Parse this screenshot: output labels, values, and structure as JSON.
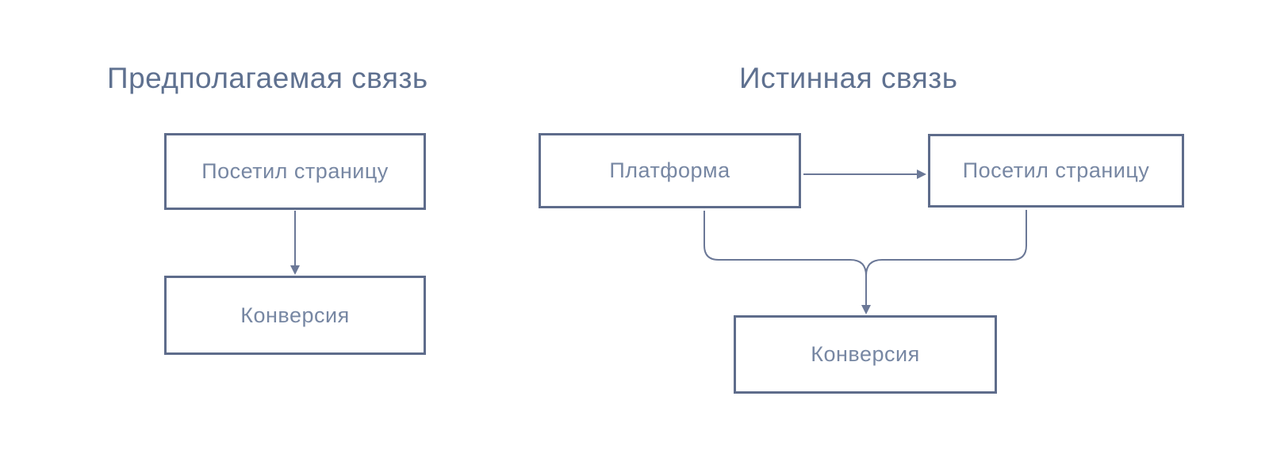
{
  "left_diagram": {
    "title": "Предполагаемая связь",
    "node_top": "Посетил страницу",
    "node_bottom": "Конверсия"
  },
  "right_diagram": {
    "title": "Истинная связь",
    "node_left": "Платформа",
    "node_right": "Посетил страницу",
    "node_bottom": "Конверсия"
  },
  "colors": {
    "box_border": "#5e6c8b",
    "connector_line": "#6b7897",
    "box_text": "#7787a3",
    "title_text": "#5f7190",
    "background": "#ffffff"
  }
}
